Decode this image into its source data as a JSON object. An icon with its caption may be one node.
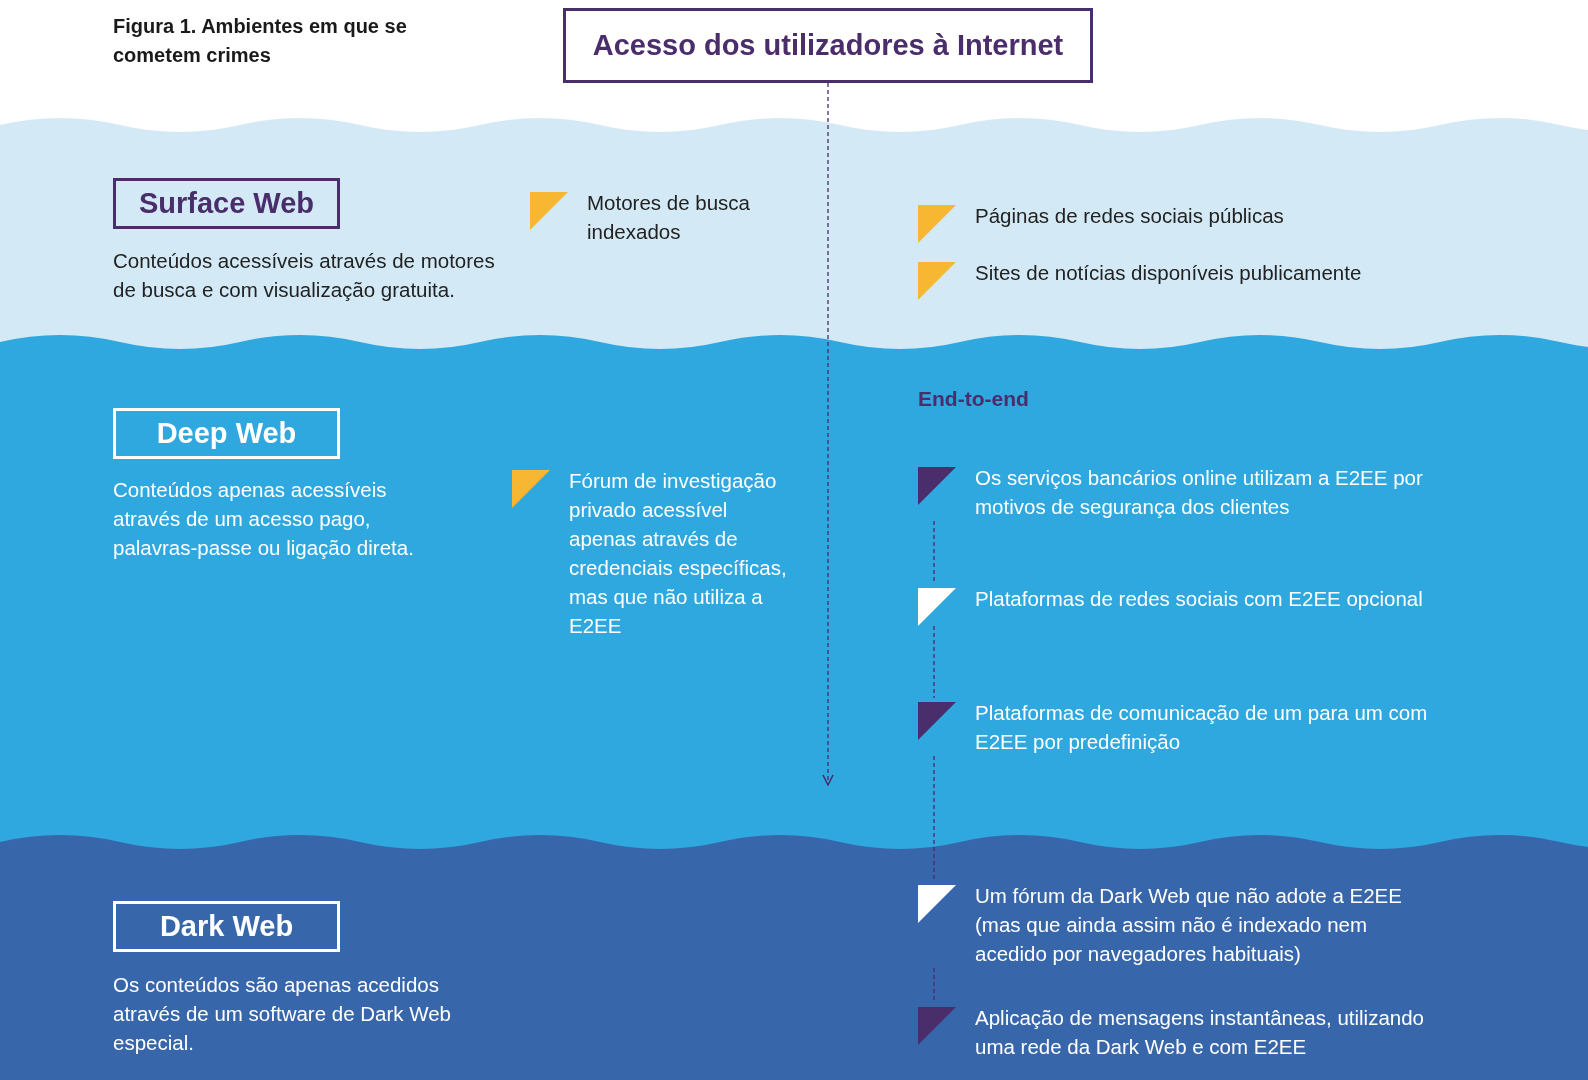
{
  "diagram": {
    "title": "Figura 1. Ambientes em que se cometem crimes",
    "nodes": [
      {
        "text": [
          "Acesso dos utilizadores à Internet"
        ]
      },
      {
        "text": [
          "Surface Web"
        ],
        "beside": [
          "Conteúdos acessíveis através de motores de busca e com visualização gratuita."
        ]
      },
      {
        "text": [
          "Motores de busca indexados"
        ]
      },
      {
        "text": [
          "Páginas de redes sociais públicas"
        ]
      },
      {
        "text": [
          "Sites de notícias disponíveis publicamente"
        ]
      },
      {
        "text": [
          "Deep Web"
        ],
        "beside": [
          "Conteúdos apenas acessíveis através de um acesso pago, palavras-passe ou ligação direta."
        ]
      },
      {
        "text": [
          "Fórum de investigação privado acessível apenas através de credenciais específicas, mas que não utiliza a E2EE"
        ]
      },
      {
        "text": [
          "Os serviços bancários online utilizam a E2EE por motivos de segurança dos clientes"
        ]
      },
      {
        "text": [
          "Plataformas de redes sociais com E2EE opcional"
        ]
      },
      {
        "text": [
          "Plataformas de comunicação de um para um com E2EE por predefinição"
        ]
      },
      {
        "text": [
          "Dark Web"
        ],
        "beside": [
          "Os conteúdos são apenas acedidos através de um software de Dark Web especial."
        ]
      },
      {
        "text": [
          "Um fórum da Dark Web que não adote a E2EE (mas que ainda assim não é indexado nem acedido por navegadores habituais)"
        ]
      },
      {
        "text": [
          "Aplicação de mensagens instantâneas, utilizando uma rede da Dark Web e com E2EE"
        ]
      }
    ],
    "edges": [
      {
        "from": 0,
        "to": null,
        "arrow": "to",
        "style": "dashed"
      },
      {
        "from": 7,
        "to": 8,
        "arrow": "none",
        "style": "dashed"
      },
      {
        "from": 8,
        "to": 9,
        "arrow": "none",
        "style": "dashed"
      },
      {
        "from": 9,
        "to": 11,
        "arrow": "none",
        "style": "dashed"
      },
      {
        "from": 11,
        "to": 12,
        "arrow": "none",
        "style": "dashed"
      }
    ],
    "labels": [
      "End-to-end"
    ]
  }
}
